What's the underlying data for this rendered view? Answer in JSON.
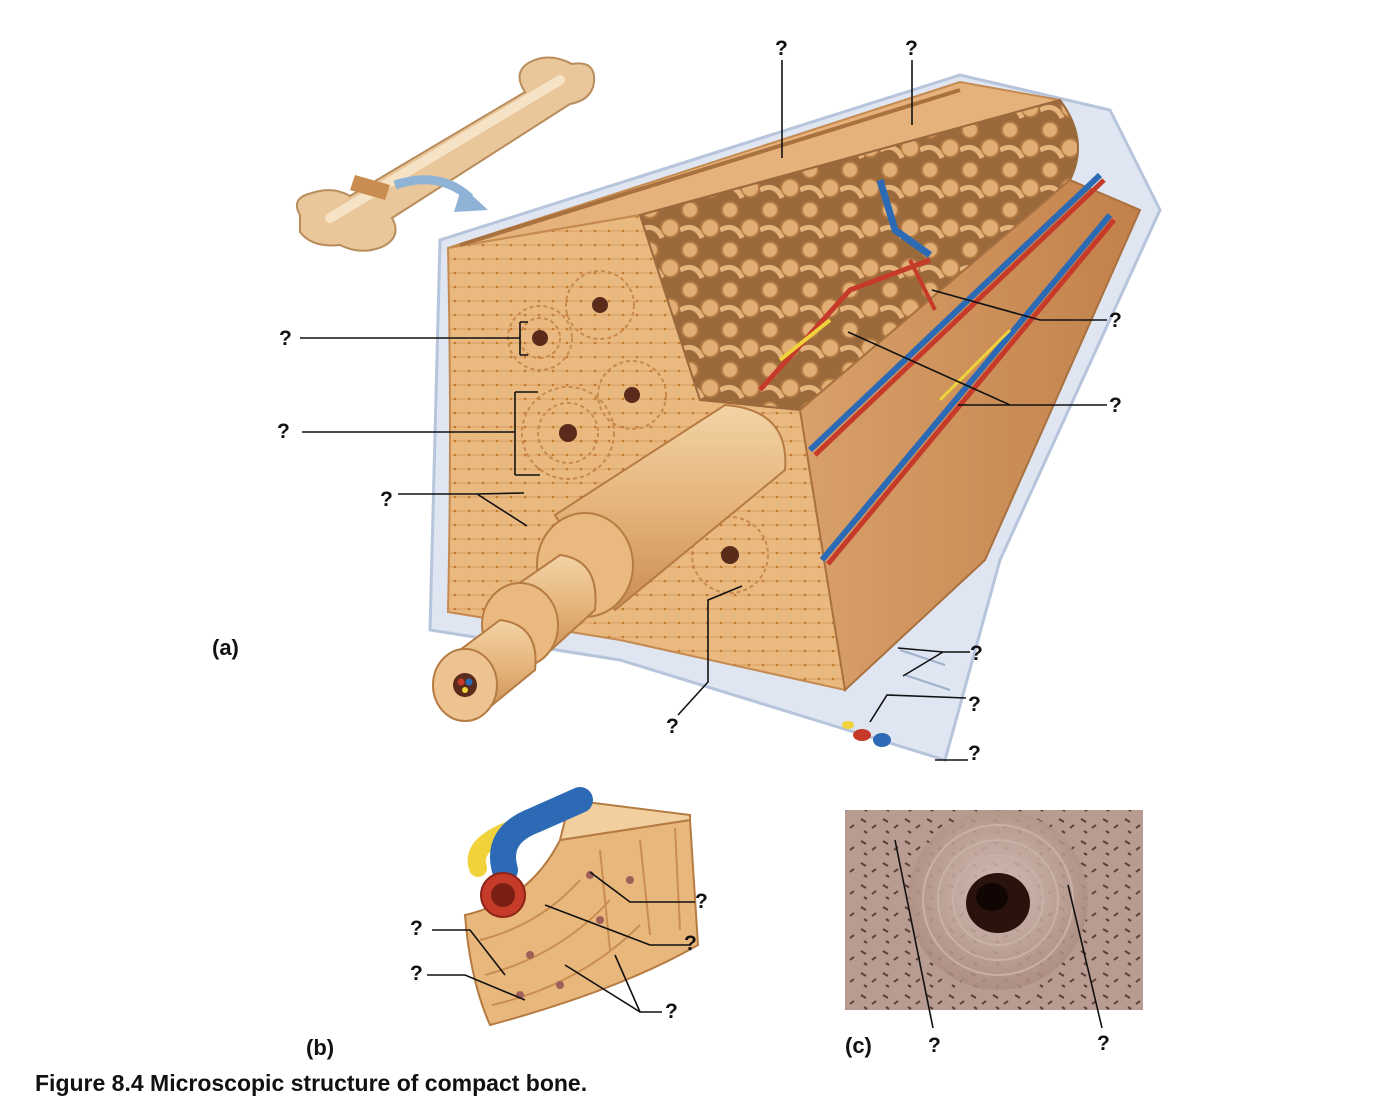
{
  "figure": {
    "caption": "Figure 8.4  Microscopic structure of compact bone."
  },
  "panels": {
    "a": "(a)",
    "b": "(b)",
    "c": "(c)"
  },
  "labels": {
    "a_top_left": "?",
    "a_top_right": "?",
    "a_osteon_upper": "?",
    "a_osteon_lower": "?",
    "a_lamellae_tube": "?",
    "a_vessel_right_upper": "?",
    "a_vessel_right_lower": "?",
    "a_bottom_center": "?",
    "a_periosteum_1": "?",
    "a_periosteum_2": "?",
    "a_periosteum_3": "?",
    "b_right_1": "?",
    "b_right_2": "?",
    "b_right_3": "?",
    "b_left_1": "?",
    "b_left_2": "?",
    "c_left": "?",
    "c_right": "?"
  },
  "colors": {
    "bone": "#e8b77c",
    "bone_dark": "#c98d52",
    "spongy": "#d9a065",
    "artery": "#c63a2a",
    "vein": "#2d6ab5",
    "nerve": "#f0d23a",
    "periosteum": "#dfe6f2",
    "photo": "#b49487"
  }
}
